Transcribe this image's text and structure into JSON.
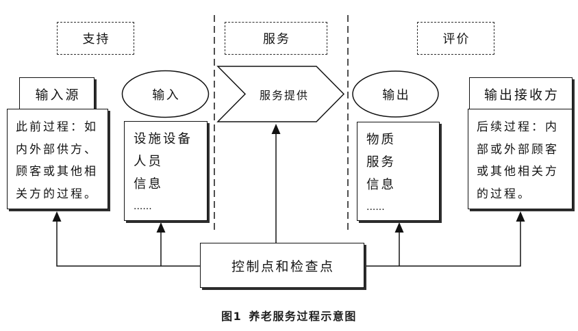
{
  "phases": {
    "support": "支持",
    "service": "服务",
    "evaluation": "评价"
  },
  "input_source": {
    "title": "输入源",
    "lines": [
      "此前过程：如",
      "内外部供方、",
      "顾客或其他相",
      "关方的过程。"
    ]
  },
  "input": {
    "title": "输入",
    "items": [
      "设施设备",
      "人员",
      "信息",
      "......"
    ]
  },
  "service_delivery": {
    "label": "服务提供"
  },
  "output": {
    "title": "输出",
    "items": [
      "物质",
      "服务",
      "信息",
      "......"
    ]
  },
  "output_receiver": {
    "title": "输出接收方",
    "lines": [
      "后续过程：内",
      "部或外部顾客",
      "或其他相关方",
      "的过程。"
    ]
  },
  "control": {
    "label": "控制点和检查点"
  },
  "caption": {
    "number": "图1",
    "title": "养老服务过程示意图"
  }
}
